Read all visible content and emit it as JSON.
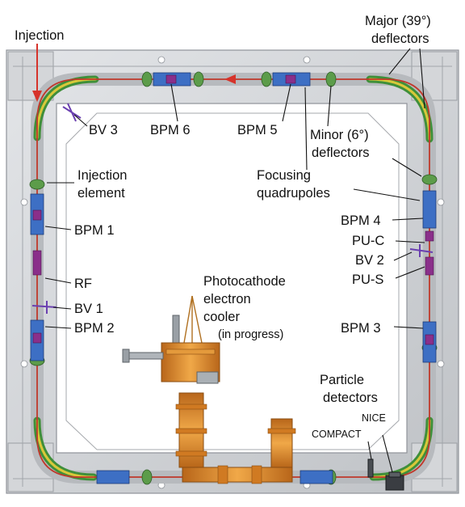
{
  "labels": {
    "injection": "Injection",
    "major_deflectors_1": "Major (39°)",
    "major_deflectors_2": "deflectors",
    "bv3": "BV 3",
    "bpm6": "BPM 6",
    "bpm5": "BPM 5",
    "minor_deflectors_1": "Minor (6°)",
    "minor_deflectors_2": "deflectors",
    "injection_element_1": "Injection",
    "injection_element_2": "element",
    "focusing_1": "Focusing",
    "focusing_2": "quadrupoles",
    "bpm1": "BPM 1",
    "bpm4": "BPM 4",
    "puc": "PU-C",
    "bv2": "BV 2",
    "rf": "RF",
    "pus": "PU-S",
    "bv1": "BV 1",
    "bpm2": "BPM 2",
    "bpm3": "BPM 3",
    "cooler_1": "Photocathode",
    "cooler_2": "electron",
    "cooler_3": "cooler",
    "cooler_4": "(in progress)",
    "particle_1": "Particle",
    "particle_2": "detectors",
    "nice": "NICE",
    "compact": "COMPACT"
  },
  "colors": {
    "frame": "#c9ccd0",
    "frame_dark": "#8f9399",
    "beam": "#c0392b",
    "deflector_green": "#3f8f3a",
    "bpm_blue": "#3d6fc4",
    "bpm_purple": "#8a2f8a",
    "cooler_orange": "#d9892a",
    "arrow_red": "#d6332b"
  },
  "icons": [
    "injection-arrow-icon",
    "beam-direction-arrow-icon"
  ]
}
